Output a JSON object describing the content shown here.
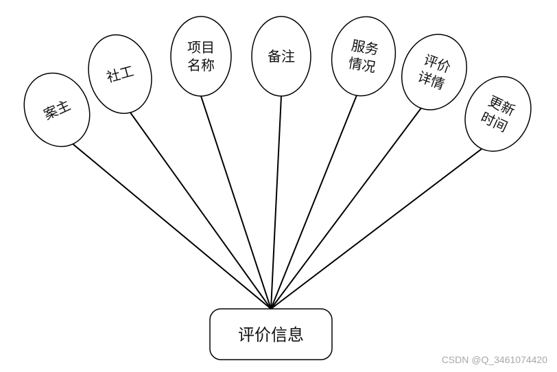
{
  "entity": {
    "label": "评价信息"
  },
  "attributes": [
    {
      "id": "owner",
      "lines": [
        "案主"
      ]
    },
    {
      "id": "social-worker",
      "lines": [
        "社工"
      ]
    },
    {
      "id": "project-name",
      "lines": [
        "项目",
        "名称"
      ]
    },
    {
      "id": "remark",
      "lines": [
        "备注"
      ]
    },
    {
      "id": "service-status",
      "lines": [
        "服务",
        "情况"
      ]
    },
    {
      "id": "review-detail",
      "lines": [
        "评价",
        "详情"
      ]
    },
    {
      "id": "update-time",
      "lines": [
        "更新",
        "时间"
      ]
    }
  ],
  "colors": {
    "stroke": "#000000",
    "fill": "#ffffff",
    "text": "#111111",
    "watermark": "#a8a8a8"
  },
  "watermark": {
    "text": "CSDN @Q_3461074420"
  }
}
